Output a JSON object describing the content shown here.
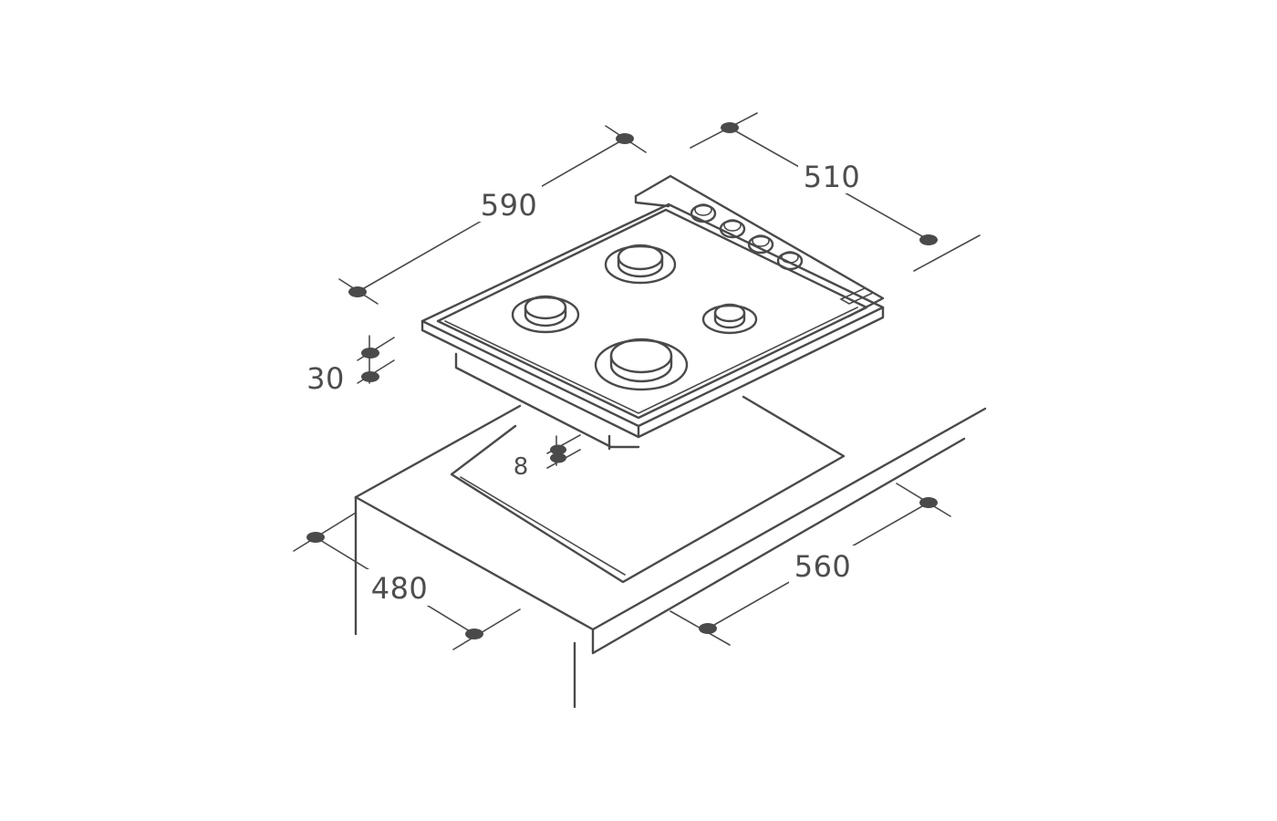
{
  "dimensions": {
    "hob_width": "590",
    "hob_depth": "510",
    "hob_height": "30",
    "cutout_clearance": "8",
    "cutout_depth": "480",
    "cutout_width": "560"
  },
  "colors": {
    "line": "#4a4a4a",
    "text": "#4d4d4d",
    "background": "#ffffff"
  }
}
